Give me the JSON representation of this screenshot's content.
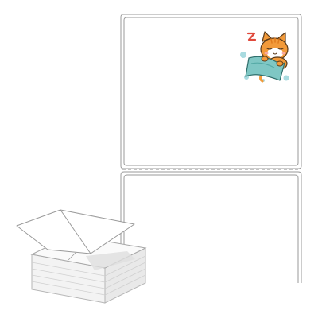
{
  "product": {
    "type": "fanfold label sheet",
    "colors": {
      "background": "#ffffff",
      "label_stroke": "#9a9a9a",
      "perforation": "#8a8a8a",
      "cat_orange": "#f29a3a",
      "cat_stripe": "#e07b1e",
      "blanket": "#7fc7c4",
      "blanket_dark": "#55aaa6",
      "zzz": "#e0483b",
      "bubble": "#a9dbe0",
      "stack_top": "#f4f4f4",
      "stack_shadow": "#c8c8c8"
    },
    "icons": [
      "sleeping-cat-illustration",
      "zzz-mark",
      "fanfold-stack-icon"
    ]
  }
}
